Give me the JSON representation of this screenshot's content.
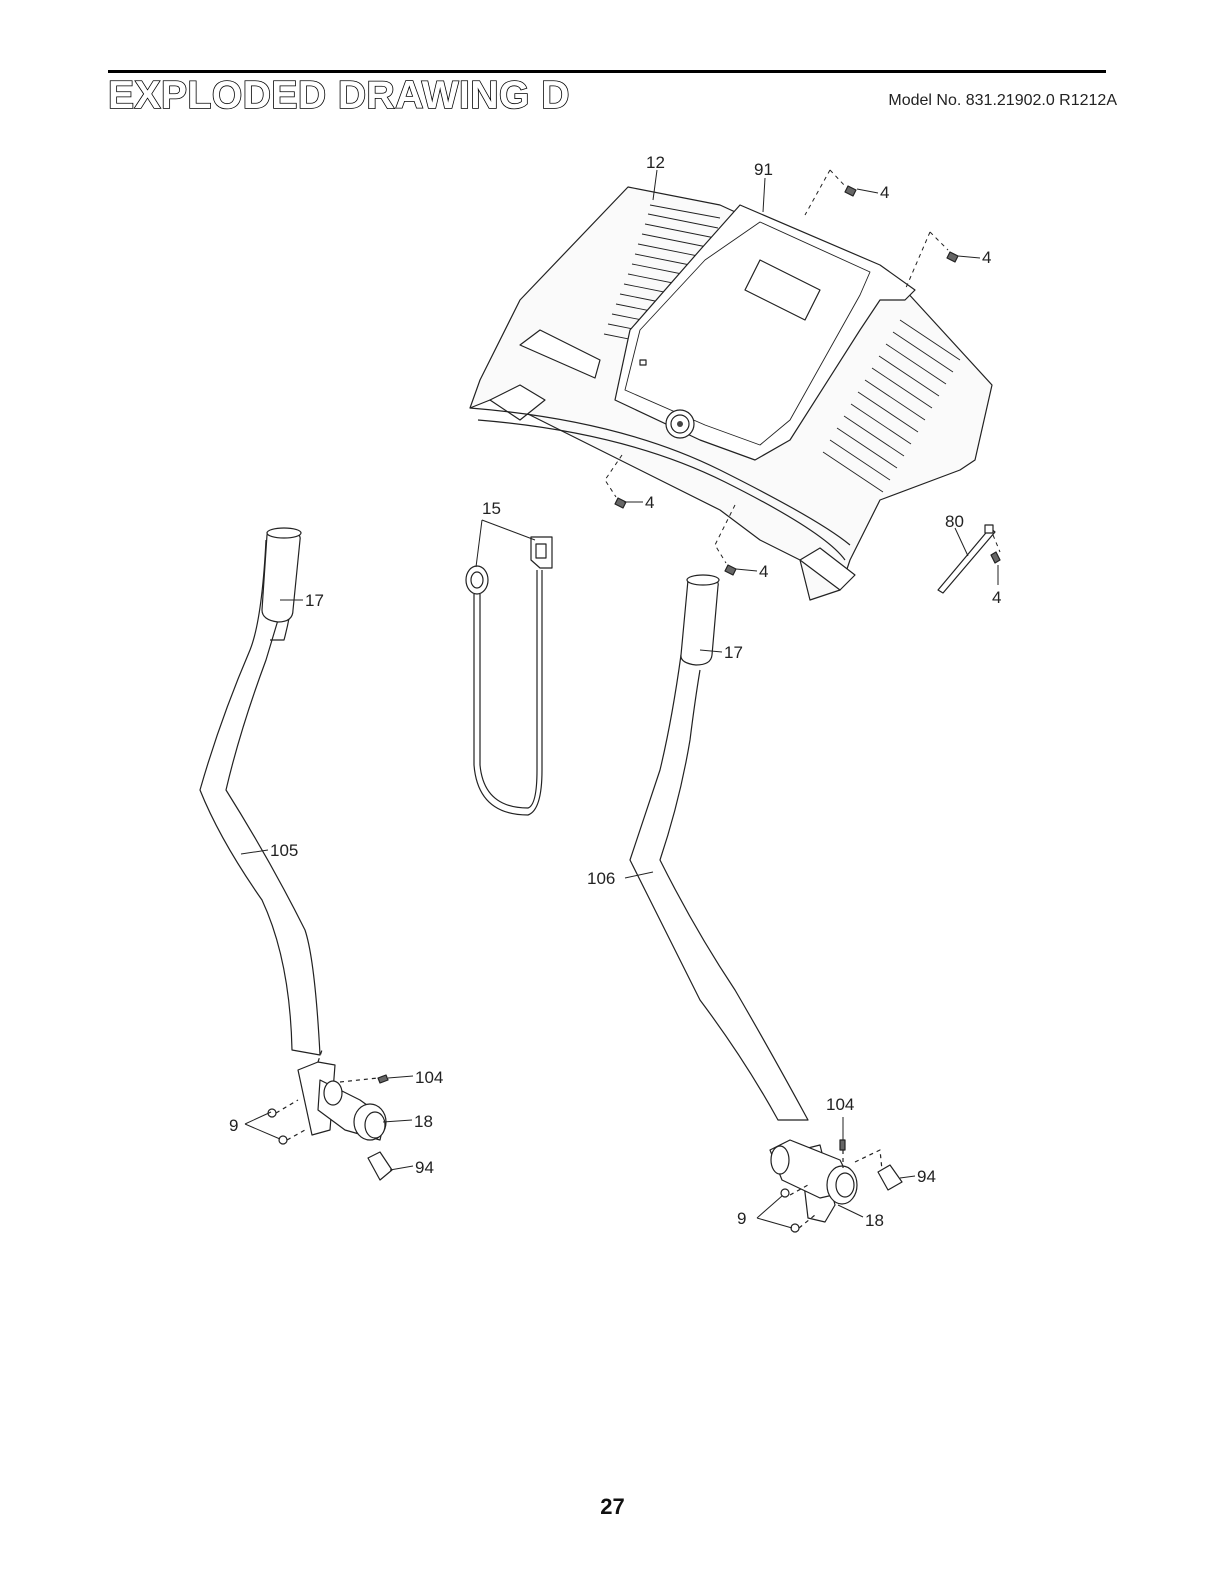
{
  "header": {
    "title": "EXPLODED DRAWING D",
    "model": "Model No. 831.21902.0 R1212A"
  },
  "callouts": {
    "console_base": "12",
    "console": "91",
    "screw_top_1": "4",
    "screw_top_2": "4",
    "screw_mid_left": "4",
    "screw_mid_right": "4",
    "screw_right": "4",
    "key_clip": "15",
    "wire_harness": "80",
    "grip_left": "17",
    "grip_right": "17",
    "upright_left": "105",
    "upright_right": "106",
    "bolt_left": "104",
    "bolt_right": "104",
    "bracket_left": "18",
    "bracket_right": "18",
    "washer_left": "9",
    "washer_right": "9",
    "cap_left": "94",
    "cap_right": "94"
  },
  "footer": {
    "page_number": "27"
  }
}
